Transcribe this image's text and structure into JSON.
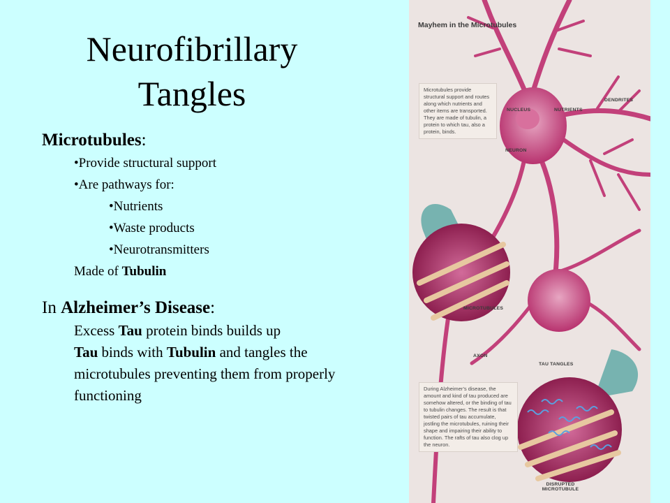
{
  "slide": {
    "title_line1": "Neurofibrillary",
    "title_line2": "Tangles"
  },
  "microtubules": {
    "heading_bold": "Microtubules",
    "heading_colon": ":",
    "bullet1": "Provide structural support",
    "bullet2": "Are pathways for:",
    "sub_bullets": [
      "Nutrients",
      "Waste products",
      "Neurotransmitters"
    ],
    "made_of_prefix": "Made of ",
    "made_of_bold": "Tubulin"
  },
  "alzheimers": {
    "heading_prefix": "In ",
    "heading_bold": "Alzheimer’s Disease",
    "heading_colon": ":",
    "line1_prefix": "Excess ",
    "line1_bold": "Tau",
    "line1_suffix": " protein binds builds up",
    "line2_bold1": "Tau",
    "line2_mid": " binds with ",
    "line2_bold2": "Tubulin",
    "line2_suffix": " and tangles the microtubules preventing them from properly functioning"
  },
  "illustration": {
    "title": "Mayhem in the Microtubules",
    "box1": "Microtubules provide structural support and routes along which nutrients and other items are transported. They are made of tubulin, a protein to which tau, also a protein, binds.",
    "box2": "During Alzheimer’s disease, the amount and kind of tau produced are somehow altered, or the binding of tau to tubulin changes. The result is that twisted pairs of tau accumulate, jostling the microtubules, ruining their shape and impairing their ability to function. The rafts of tau also clog up the neuron.",
    "labels": {
      "nucleus": "NUCLEUS",
      "nutrients": "NUTRIENTS",
      "dendrites": "DENDRITES",
      "neuron": "NEURON",
      "microtubules": "MICROTUBULES",
      "axon": "AXON",
      "tau_tangles": "TAU TANGLES",
      "disrupted": "DISRUPTED MICROTUBULE"
    }
  }
}
